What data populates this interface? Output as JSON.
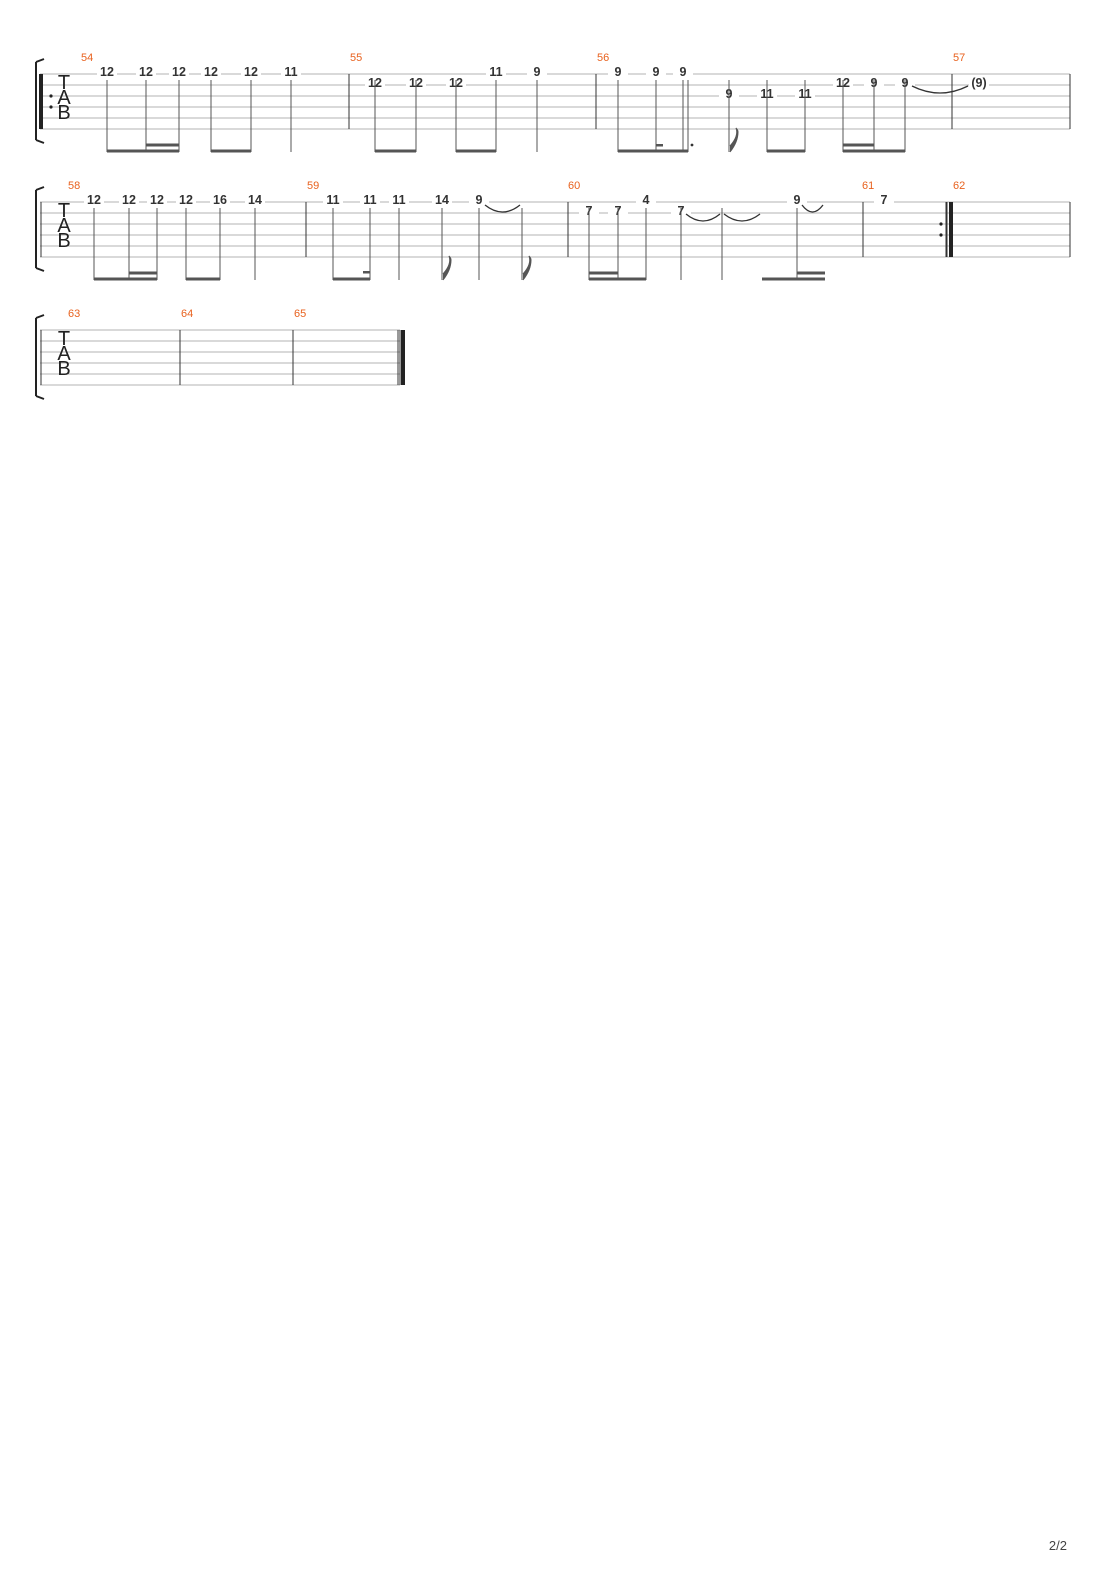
{
  "page_number": "2/2",
  "tab_clef": [
    "T",
    "A",
    "B"
  ],
  "colors": {
    "measure_number": "#e8621f",
    "staff_line": "#b3b3b3",
    "ink": "#333333"
  },
  "systems": [
    {
      "measures": [
        {
          "number": "54",
          "notes": [
            "12",
            "12",
            "12",
            "12",
            "12",
            "11"
          ]
        },
        {
          "number": "55",
          "notes": [
            "12",
            "12",
            "12",
            "11",
            "9"
          ]
        },
        {
          "number": "56",
          "notes": [
            "9",
            "9",
            "9",
            "9",
            "11",
            "11",
            "12",
            "9",
            "9"
          ]
        },
        {
          "number": "57",
          "notes": [
            "(9)"
          ]
        }
      ],
      "repeat_start": true
    },
    {
      "measures": [
        {
          "number": "58",
          "notes": [
            "12",
            "12",
            "12",
            "12",
            "16",
            "14"
          ]
        },
        {
          "number": "59",
          "notes": [
            "11",
            "11",
            "11",
            "14",
            "9"
          ]
        },
        {
          "number": "60",
          "notes": [
            "7",
            "7",
            "4",
            "7",
            "9"
          ]
        },
        {
          "number": "61",
          "notes": [
            "7"
          ]
        },
        {
          "number": "62",
          "notes": []
        }
      ],
      "repeat_end_after": "61"
    },
    {
      "measures": [
        {
          "number": "63",
          "notes": []
        },
        {
          "number": "64",
          "notes": []
        },
        {
          "number": "65",
          "notes": []
        }
      ],
      "final_barline": true
    }
  ]
}
